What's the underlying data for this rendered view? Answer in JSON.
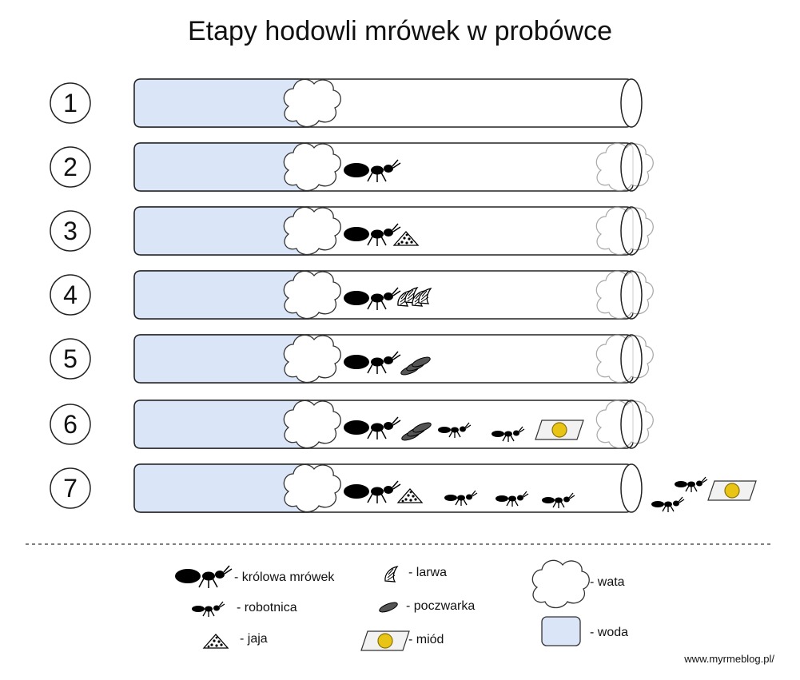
{
  "title": "Etapy hodowli mrówek w probówce",
  "stages": [
    {
      "number": "1",
      "queen": false,
      "brood": "none",
      "workers": 0,
      "outlet": "open",
      "honey": "none",
      "outside_workers": 0
    },
    {
      "number": "2",
      "queen": true,
      "brood": "none",
      "workers": 0,
      "outlet": "cotton",
      "honey": "none",
      "outside_workers": 0
    },
    {
      "number": "3",
      "queen": true,
      "brood": "eggs",
      "workers": 0,
      "outlet": "cotton",
      "honey": "none",
      "outside_workers": 0
    },
    {
      "number": "4",
      "queen": true,
      "brood": "larvae",
      "workers": 0,
      "outlet": "cotton",
      "honey": "none",
      "outside_workers": 0
    },
    {
      "number": "5",
      "queen": true,
      "brood": "pupae",
      "workers": 0,
      "outlet": "cotton",
      "honey": "none",
      "outside_workers": 0
    },
    {
      "number": "6",
      "queen": true,
      "brood": "pupae",
      "workers": 2,
      "outlet": "cotton",
      "honey": "inside",
      "outside_workers": 0
    },
    {
      "number": "7",
      "queen": true,
      "brood": "eggs",
      "workers": 3,
      "outlet": "open",
      "honey": "outside",
      "outside_workers": 2
    }
  ],
  "legend": {
    "queen": "- królowa mrówek",
    "worker": "- robotnica",
    "eggs": "- jaja",
    "larva": "- larwa",
    "pupa": "- poczwarka",
    "honey": "- miód",
    "cotton": "- wata",
    "water": "- woda"
  },
  "credit": "www.myrmeblog.pl/",
  "colors": {
    "water": "#dae6f8",
    "honey": "#e8c414",
    "ant": "#000000",
    "outline": "#222222"
  }
}
